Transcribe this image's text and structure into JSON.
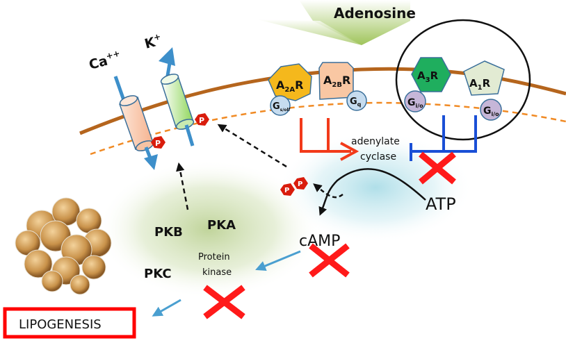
{
  "title": "Adenosine",
  "ions": {
    "calcium": "Ca",
    "calcium_sup": "++",
    "potassium": "K",
    "potassium_sup": "+"
  },
  "receptors": [
    {
      "id": "a2a",
      "name": "A",
      "sub": "2A",
      "suffix": "R",
      "gprotein": "G",
      "gsub": "s/olf",
      "color": "#f5b81c"
    },
    {
      "id": "a2b",
      "name": "A",
      "sub": "2B",
      "suffix": "R",
      "gprotein": "G",
      "gsub": "q",
      "color": "#f9c7a3"
    },
    {
      "id": "a3",
      "name": "A",
      "sub": "3",
      "suffix": "R",
      "gprotein": "G",
      "gsub": "i/o",
      "color": "#1fae5e"
    },
    {
      "id": "a1",
      "name": "A",
      "sub": "1",
      "suffix": "R",
      "gprotein": "G",
      "gsub": "i/o",
      "color": "#e2ebd3"
    }
  ],
  "phospho": "P",
  "enzyme": {
    "line1": "adenylate",
    "line2": "cyclase"
  },
  "atp": "ATP",
  "camp": "cAMP",
  "kinases": {
    "pkb": "PKB",
    "pka": "PKA",
    "pkc": "PKC",
    "protein_line1": "Protein",
    "protein_line2": "kinase"
  },
  "outcome": "LIPOGENESIS",
  "colors": {
    "membrane": "#b5651d",
    "inner_membrane": "#f08a24",
    "stimulate": "#f23a1a",
    "inhibit": "#1a4fd6",
    "block": "#ff1a1a",
    "flow": "#4a9fd0",
    "channel_arrow": "#3d8fca"
  }
}
